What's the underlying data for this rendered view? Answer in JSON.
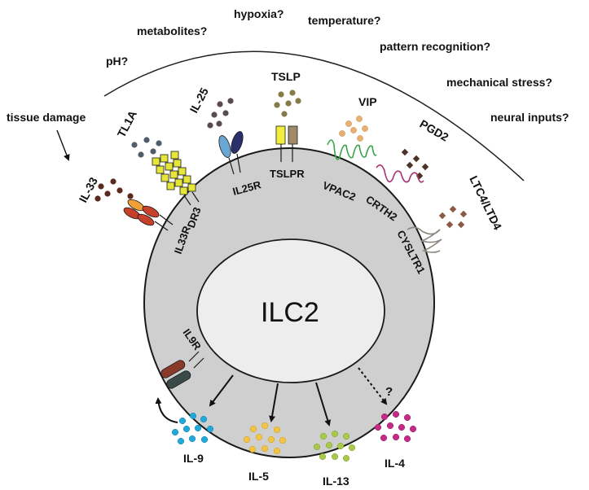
{
  "cell": {
    "label": "ILC2"
  },
  "cues": [
    {
      "id": "ph",
      "text": "pH?"
    },
    {
      "id": "metabolites",
      "text": "metabolites?"
    },
    {
      "id": "hypoxia",
      "text": "hypoxia?"
    },
    {
      "id": "temperature",
      "text": "temperature?"
    },
    {
      "id": "pattern",
      "text": "pattern recognition?"
    },
    {
      "id": "mechanical",
      "text": "mechanical stress?"
    },
    {
      "id": "neural",
      "text": "neural inputs?"
    },
    {
      "id": "damage",
      "text": "tissue damage"
    }
  ],
  "ligands": [
    {
      "id": "il33",
      "text": "IL-33",
      "color": "#5a2a1e"
    },
    {
      "id": "tl1a",
      "text": "TL1A",
      "color": "#4f5e6a"
    },
    {
      "id": "il25",
      "text": "IL-25",
      "color": "#5a4a52"
    },
    {
      "id": "tslp",
      "text": "TSLP",
      "color": "#857b48"
    },
    {
      "id": "vip",
      "text": "VIP",
      "color": "#e8b072"
    },
    {
      "id": "pgd2",
      "text": "PGD2",
      "color": "#4a3426"
    },
    {
      "id": "ltc4",
      "text": "LTC4/LTD4",
      "color": "#8a5a46"
    }
  ],
  "receptors": [
    {
      "id": "il33r",
      "text": "IL33R"
    },
    {
      "id": "dr3",
      "text": "DR3"
    },
    {
      "id": "il25r",
      "text": "IL25R"
    },
    {
      "id": "tslpr",
      "text": "TSLPR"
    },
    {
      "id": "vpac2",
      "text": "VPAC2"
    },
    {
      "id": "crth2",
      "text": "CRTH2"
    },
    {
      "id": "cysltr1",
      "text": "CYSLTR1"
    },
    {
      "id": "il9r",
      "text": "IL9R"
    }
  ],
  "cytokines": [
    {
      "id": "il9",
      "text": "IL-9",
      "color": "#22a9dc"
    },
    {
      "id": "il5",
      "text": "IL-5",
      "color": "#f3c441"
    },
    {
      "id": "il13",
      "text": "IL-13",
      "color": "#a9c94c"
    },
    {
      "id": "il4",
      "text": "IL-4",
      "color": "#c42a86"
    }
  ],
  "unknown_mark": "?",
  "colors": {
    "cell_fill": "#cfcfcf",
    "nucleus_fill": "#ededed",
    "outline": "#1a1a1a",
    "il33r_segment": "#c6402a",
    "il33r_segment_alt": "#f0a035",
    "dr3_box": "#e5e53a",
    "il25r_left": "#6aa7d3",
    "il25r_right": "#2b2f6e",
    "tslpr_left": "#f3ee3c",
    "tslpr_right": "#a08a6a",
    "vpac2": "#3aa44a",
    "crth2": "#a83273",
    "cysltr1": "#8c877e",
    "il9r_top": "#8a3a2a",
    "il9r_bottom": "#3a4a48"
  }
}
